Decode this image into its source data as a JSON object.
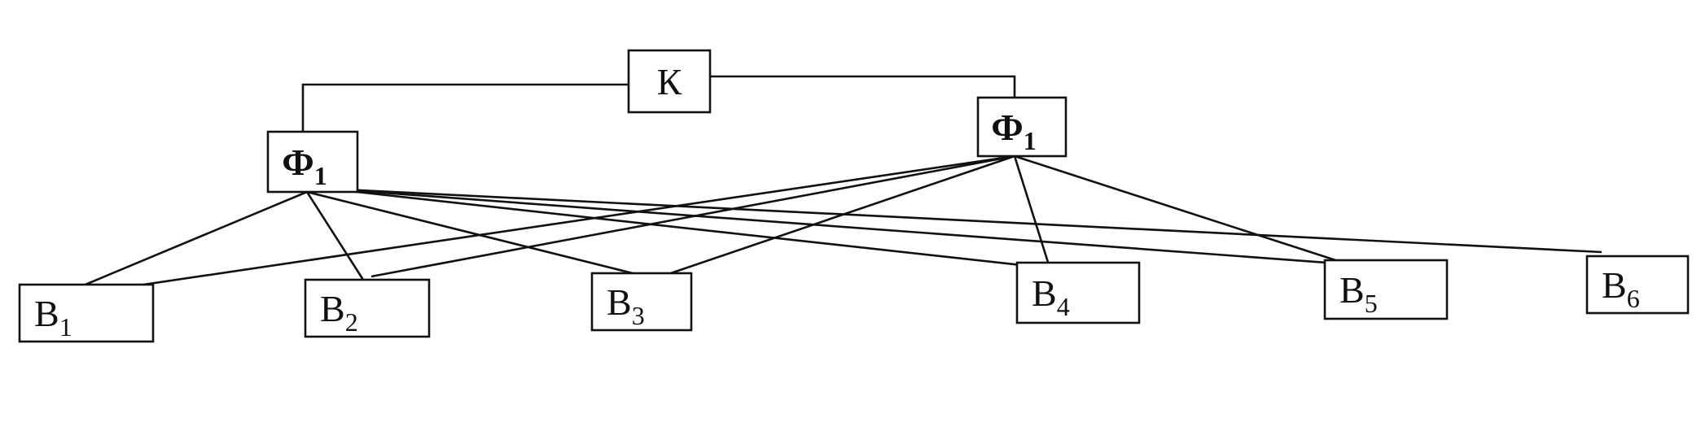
{
  "diagram": {
    "nodes": [
      {
        "id": "k",
        "label": "К",
        "sub": ""
      },
      {
        "id": "f_left",
        "label": "Ф",
        "sub": "1",
        "bold": true
      },
      {
        "id": "f_right",
        "label": "Ф",
        "sub": "1",
        "bold": true
      },
      {
        "id": "b1",
        "label": "В",
        "sub": "1"
      },
      {
        "id": "b2",
        "label": "В",
        "sub": "2"
      },
      {
        "id": "b3",
        "label": "В",
        "sub": "3"
      },
      {
        "id": "b4",
        "label": "В",
        "sub": "4"
      },
      {
        "id": "b5",
        "label": "В",
        "sub": "5"
      },
      {
        "id": "b6",
        "label": "В",
        "sub": "6"
      }
    ],
    "edges": [
      {
        "from": "k",
        "to": "f_left"
      },
      {
        "from": "k",
        "to": "f_right"
      },
      {
        "from": "f_left",
        "to": "b1"
      },
      {
        "from": "f_left",
        "to": "b2"
      },
      {
        "from": "f_left",
        "to": "b3"
      },
      {
        "from": "f_left",
        "to": "b4"
      },
      {
        "from": "f_left",
        "to": "b5"
      },
      {
        "from": "f_left",
        "to": "b6"
      },
      {
        "from": "f_right",
        "to": "b1"
      },
      {
        "from": "f_right",
        "to": "b2"
      },
      {
        "from": "f_right",
        "to": "b3"
      },
      {
        "from": "f_right",
        "to": "b4"
      },
      {
        "from": "f_right",
        "to": "b5"
      }
    ],
    "colors": {
      "line": "#111111",
      "box_fill": "#ffffff",
      "background": "#ffffff"
    }
  }
}
